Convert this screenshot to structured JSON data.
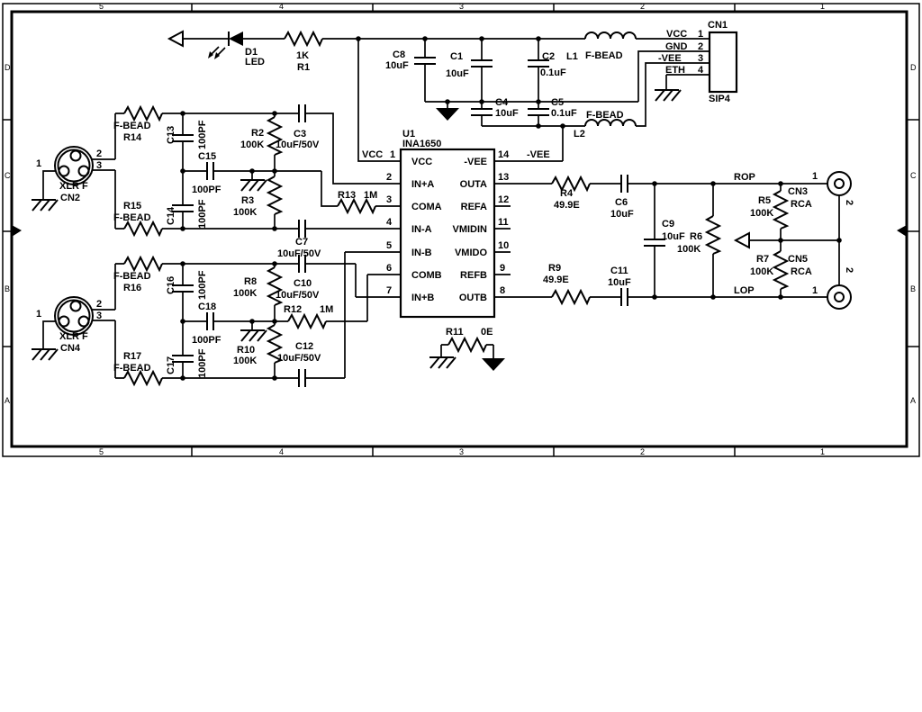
{
  "s": {
    "border": {
      "cols": [
        "5",
        "4",
        "3",
        "2",
        "1"
      ],
      "rows": [
        "D",
        "C",
        "B",
        "A"
      ]
    },
    "d1": {
      "ref": "D1",
      "val": "LED"
    },
    "r1": {
      "ref": "R1",
      "val": "1K"
    },
    "c8": {
      "ref": "C8",
      "val": "10uF"
    },
    "c1": {
      "ref": "C1",
      "val": "10uF"
    },
    "c2": {
      "ref": "C2",
      "val": "0.1uF"
    },
    "l1": {
      "ref": "L1",
      "val": "F-BEAD"
    },
    "c4": {
      "ref": "C4",
      "val": "10uF"
    },
    "c5": {
      "ref": "C5",
      "val": "0.1uF"
    },
    "l2": {
      "ref": "L2",
      "val": "F-BEAD"
    },
    "cn1": {
      "ref": "CN1",
      "type": "SIP4",
      "pins": [
        {
          "name": "VCC",
          "num": "1"
        },
        {
          "name": "GND",
          "num": "2"
        },
        {
          "name": "-VEE",
          "num": "3"
        },
        {
          "name": "ETH",
          "num": "4"
        }
      ]
    },
    "u1": {
      "ref": "U1",
      "val": "INA1650",
      "left": [
        {
          "num": "1",
          "name": "VCC"
        },
        {
          "num": "2",
          "name": "IN+A"
        },
        {
          "num": "3",
          "name": "COMA"
        },
        {
          "num": "4",
          "name": "IN-A"
        },
        {
          "num": "5",
          "name": "IN-B"
        },
        {
          "num": "6",
          "name": "COMB"
        },
        {
          "num": "7",
          "name": "IN+B"
        }
      ],
      "right": [
        {
          "num": "14",
          "name": "-VEE"
        },
        {
          "num": "13",
          "name": "OUTA"
        },
        {
          "num": "12",
          "name": "REFA"
        },
        {
          "num": "11",
          "name": "VMIDIN"
        },
        {
          "num": "10",
          "name": "VMIDO"
        },
        {
          "num": "9",
          "name": "REFB"
        },
        {
          "num": "8",
          "name": "OUTB"
        }
      ]
    },
    "nets": {
      "vcc": "VCC",
      "vee": "-VEE",
      "rop": "ROP",
      "lop": "LOP"
    },
    "cn2": {
      "ref": "CN2",
      "type": "XLR F",
      "p1": "1",
      "p2": "2",
      "p3": "3"
    },
    "cn4": {
      "ref": "CN4",
      "type": "XLR F",
      "p1": "1",
      "p2": "2",
      "p3": "3"
    },
    "r14": {
      "ref": "R14",
      "val": "F-BEAD"
    },
    "r15": {
      "ref": "R15",
      "val": "F-BEAD"
    },
    "r16": {
      "ref": "R16",
      "val": "F-BEAD"
    },
    "r17": {
      "ref": "R17",
      "val": "F-BEAD"
    },
    "c13": {
      "ref": "C13",
      "val": "100PF"
    },
    "c14": {
      "ref": "C14",
      "val": "100PF"
    },
    "c15": {
      "ref": "C15",
      "val": "100PF"
    },
    "c16": {
      "ref": "C16",
      "val": "100PF"
    },
    "c17": {
      "ref": "C17",
      "val": "100PF"
    },
    "c18": {
      "ref": "C18",
      "val": "100PF"
    },
    "r2": {
      "ref": "R2",
      "val": "100K"
    },
    "r3": {
      "ref": "R3",
      "val": "100K"
    },
    "r8": {
      "ref": "R8",
      "val": "100K"
    },
    "r10": {
      "ref": "R10",
      "val": "100K"
    },
    "c3": {
      "ref": "C3",
      "val": "10uF/50V"
    },
    "c7": {
      "ref": "C7",
      "val": "10uF/50V"
    },
    "c10": {
      "ref": "C10",
      "val": "10uF/50V"
    },
    "c12": {
      "ref": "C12",
      "val": "10uF/50V"
    },
    "r12": {
      "ref": "R12",
      "val": "1M"
    },
    "r13": {
      "ref": "R13",
      "val": "1M"
    },
    "r4": {
      "ref": "R4",
      "val": "49.9E"
    },
    "r9": {
      "ref": "R9",
      "val": "49.9E"
    },
    "c6": {
      "ref": "C6",
      "val": "10uF"
    },
    "c9": {
      "ref": "C9",
      "val": "10uF"
    },
    "c11": {
      "ref": "C11",
      "val": "10uF"
    },
    "r5": {
      "ref": "R5",
      "val": "100K"
    },
    "r6": {
      "ref": "R6",
      "val": "100K"
    },
    "r7": {
      "ref": "R7",
      "val": "100K"
    },
    "r11": {
      "ref": "R11",
      "val": "0E"
    },
    "cn3": {
      "ref": "CN3",
      "type": "RCA",
      "p1": "1",
      "p2": "2"
    },
    "cn5": {
      "ref": "CN5",
      "type": "RCA",
      "p1": "1",
      "p2": "2"
    }
  }
}
